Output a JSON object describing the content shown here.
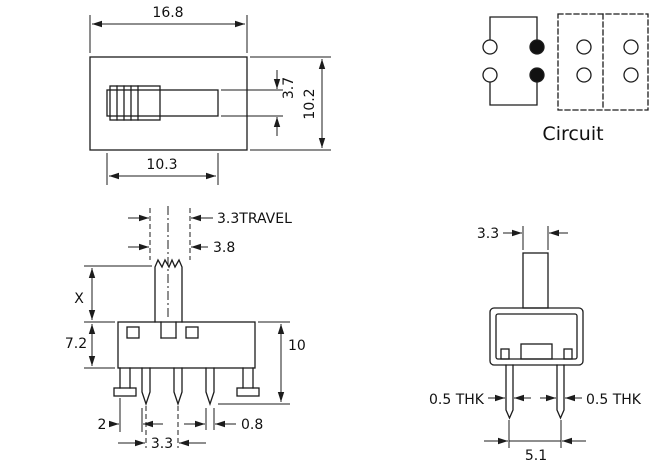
{
  "page": {
    "background": "#ffffff",
    "line_color": "#1c1c1c"
  },
  "top_view": {
    "dim_width": "16.8",
    "dim_height": "10.2",
    "dim_slot_height": "3.7",
    "dim_slot_width": "10.3"
  },
  "circuit": {
    "label": "Circuit"
  },
  "front_view": {
    "dim_travel": "3.3TRAVEL",
    "dim_knob": "3.8",
    "dim_x": "X",
    "dim_body": "7.2",
    "dim_total": "10",
    "dim_offset": "2",
    "dim_pitch": "3.3",
    "dim_pin": "0.8"
  },
  "side_view": {
    "dim_top": "3.3",
    "dim_thk_left": "0.5 THK",
    "dim_thk_right": "0.5 THK",
    "dim_span": "5.1"
  }
}
